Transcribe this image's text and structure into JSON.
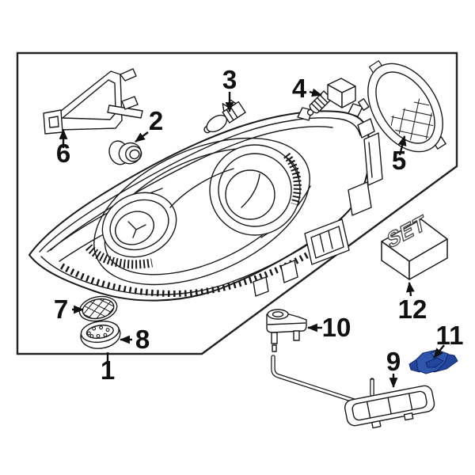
{
  "figure": {
    "kind": "exploded-parts-diagram",
    "subject": "headlamp-assembly",
    "background_color": "#ffffff",
    "line_color": "#1a1a1a",
    "highlight_color": "#2f55ad",
    "set_box": {
      "label": "SET"
    },
    "callouts": [
      {
        "number": "1"
      },
      {
        "number": "2"
      },
      {
        "number": "3"
      },
      {
        "number": "4"
      },
      {
        "number": "5"
      },
      {
        "number": "6"
      },
      {
        "number": "7"
      },
      {
        "number": "8"
      },
      {
        "number": "9"
      },
      {
        "number": "10"
      },
      {
        "number": "11"
      },
      {
        "number": "12"
      }
    ]
  }
}
